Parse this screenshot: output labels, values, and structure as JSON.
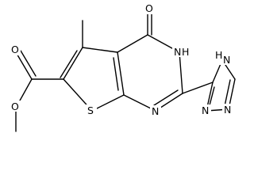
{
  "molecule": {
    "atoms": {
      "methyl_label": "methyl",
      "o_keto": "O",
      "n3": "N",
      "h3": "H",
      "s1": "S",
      "n1": "N",
      "o_ester_carbonyl": "O",
      "o_ester_ether": "O",
      "n_tr4": "N",
      "h_tr4": "H",
      "n_tr2": "N",
      "n_tr1": "N"
    }
  }
}
